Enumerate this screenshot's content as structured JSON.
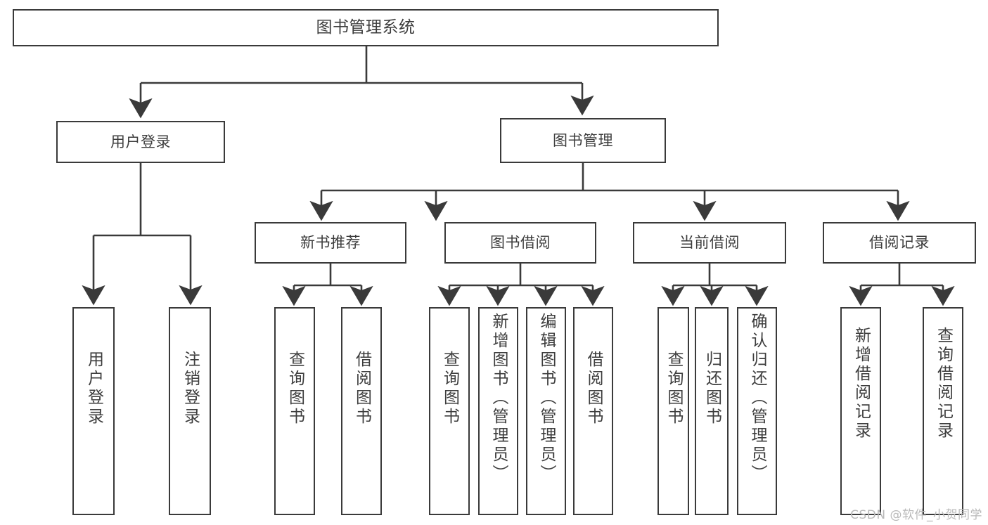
{
  "diagram": {
    "type": "tree",
    "title": "图书管理系统",
    "watermark": "CSDN @软件_小贺同学",
    "colors": {
      "stroke": "#3a3a3a",
      "text": "#3d3d3d",
      "background": "#ffffff",
      "watermark": "#b9b9b9"
    },
    "nodes": {
      "root": {
        "label": "图书管理系统"
      },
      "level1": [
        {
          "id": "user-login",
          "label": "用户登录"
        },
        {
          "id": "book-manage",
          "label": "图书管理"
        }
      ],
      "level2": [
        {
          "id": "new-book-recommend",
          "label": "新书推荐"
        },
        {
          "id": "book-borrow",
          "label": "图书借阅"
        },
        {
          "id": "current-borrow",
          "label": "当前借阅"
        },
        {
          "id": "borrow-record",
          "label": "借阅记录"
        }
      ],
      "leaves": {
        "user-login": [
          {
            "id": "leaf-user-login",
            "label": "用户登录"
          },
          {
            "id": "leaf-logout-login",
            "label": "注销登录"
          }
        ],
        "new-book-recommend": [
          {
            "id": "leaf-query-book-1",
            "label": "查询图书"
          },
          {
            "id": "leaf-borrow-book-1",
            "label": "借阅图书"
          }
        ],
        "book-borrow": [
          {
            "id": "leaf-query-book-2",
            "label": "查询图书"
          },
          {
            "id": "leaf-add-book",
            "label": "新增图书（管理员）"
          },
          {
            "id": "leaf-edit-book",
            "label": "编辑图书（管理员）"
          },
          {
            "id": "leaf-borrow-book-2",
            "label": "借阅图书"
          }
        ],
        "current-borrow": [
          {
            "id": "leaf-query-book-3",
            "label": "查询图书"
          },
          {
            "id": "leaf-return-book",
            "label": "归还图书"
          },
          {
            "id": "leaf-confirm-return",
            "label": "确认归还（管理员）"
          }
        ],
        "borrow-record": [
          {
            "id": "leaf-add-record",
            "label": "新增借阅记录"
          },
          {
            "id": "leaf-query-record",
            "label": "查询借阅记录"
          }
        ]
      }
    }
  }
}
